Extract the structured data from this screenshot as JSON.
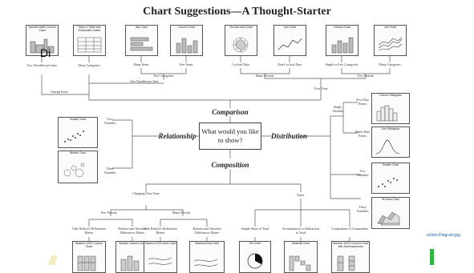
{
  "title": "Chart Suggestions—A Thought-Starter",
  "overlay_text": "Di",
  "link_text": "ection-Diagram.jpg",
  "center_question": "What would you like to show?",
  "categories": {
    "comparison": "Comparison",
    "relationship": "Relationship",
    "distribution": "Distribution",
    "composition": "Composition"
  },
  "top_charts": [
    {
      "title": "Variable Width Column Chart",
      "icon": "variable-width-column-icon"
    },
    {
      "title": "Table or Table with Embedded Charts",
      "icon": "table-icon"
    },
    {
      "title": "Bar Chart",
      "icon": "bar-chart-icon"
    },
    {
      "title": "Column Chart",
      "icon": "column-chart-icon"
    },
    {
      "title": "Circular Area Chart",
      "icon": "radar-chart-icon"
    },
    {
      "title": "Line Chart",
      "icon": "line-chart-icon"
    },
    {
      "title": "Column Chart",
      "icon": "column-chart-icon"
    },
    {
      "title": "Line Chart",
      "icon": "multi-line-chart-icon"
    }
  ],
  "top_labels": {
    "two_vars": "Two Variables per Item",
    "many_categories": "Many Categories",
    "many_items": "Many Items",
    "few_items": "Few Items",
    "cyclical": "Cyclical Data",
    "non_cyclical": "Non-Cyclical Data",
    "single_few": "Single or Few Categories",
    "many_cat2": "Many Categories",
    "few_categories": "Few Categories",
    "one_var": "One Variable per Item",
    "many_periods": "Many Periods",
    "few_periods": "Few Periods",
    "among_items": "Among Items",
    "over_time": "Over Time"
  },
  "left_charts": [
    {
      "title": "Scatter Chart",
      "label": "Two Variables",
      "icon": "scatter-chart-icon"
    },
    {
      "title": "Bubble Chart",
      "label": "Three Variables",
      "icon": "bubble-chart-icon"
    }
  ],
  "right_charts": [
    {
      "title": "Column Histogram",
      "label": "Few Data Points",
      "icon": "column-histogram-icon"
    },
    {
      "title": "Line Histogram",
      "label": "Many Data Points",
      "icon": "line-histogram-icon"
    },
    {
      "title": "Scatter Chart",
      "label": "Two Variables",
      "icon": "scatter-chart-icon"
    },
    {
      "title": "3D Area Chart",
      "label": "Three Variables",
      "icon": "3d-area-chart-icon"
    }
  ],
  "right_labels": {
    "single_variable": "Single Variable"
  },
  "composition_labels": {
    "changing": "Changing Over Time",
    "static": "Static",
    "few_periods": "Few Periods",
    "many_periods": "Many Periods",
    "only_relative_1": "Only Relative Differences Matter",
    "relative_absolute_1": "Relative and Absolute Differences Matter",
    "only_relative_2": "Only Relative Differences Matter",
    "relative_absolute_2": "Relative and Absolute Differences Matter",
    "simple_share": "Simple Share of Total",
    "accumulation": "Accumulation or Subtraction to Total",
    "components": "Components of Components"
  },
  "bottom_charts": [
    {
      "title": "Stacked 100% Column Chart",
      "icon": "stacked-100-column-icon"
    },
    {
      "title": "Stacked Column Chart",
      "icon": "stacked-column-icon"
    },
    {
      "title": "Stacked 100% Area Chart",
      "icon": "stacked-100-area-icon"
    },
    {
      "title": "Stacked Area Chart",
      "icon": "stacked-area-icon"
    },
    {
      "title": "Pie Chart",
      "icon": "pie-chart-icon"
    },
    {
      "title": "Waterfall Chart",
      "icon": "waterfall-chart-icon"
    },
    {
      "title": "Stacked 100% Column Chart with Subcomponents",
      "icon": "stacked-subcomponents-icon"
    }
  ]
}
